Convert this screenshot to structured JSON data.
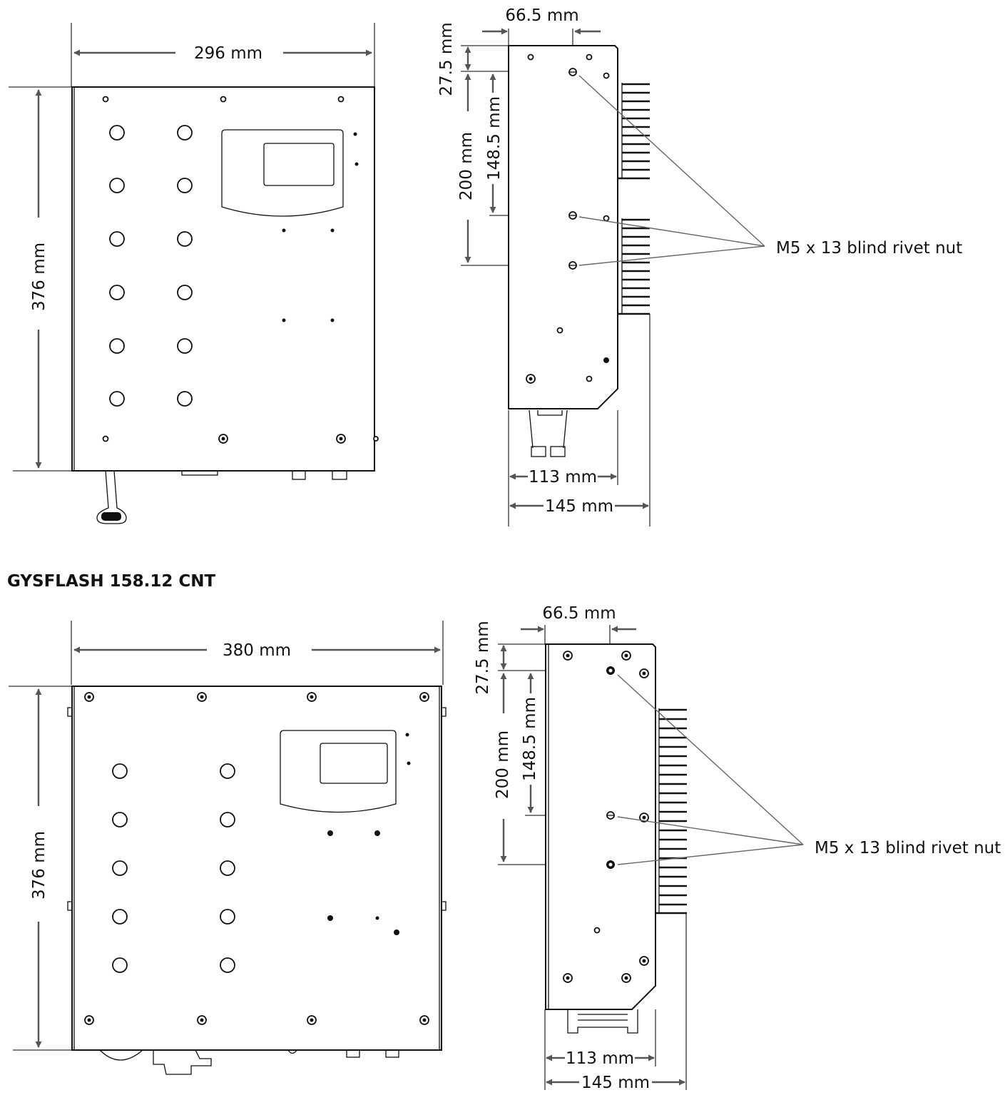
{
  "diagrams": [
    {
      "dims": {
        "width": "296 mm",
        "height": "376 mm",
        "side_top_offset": "66.5 mm",
        "side_first_nut": "27.5 mm",
        "side_nut_spacing": "148.5 mm",
        "side_nut_span": "200 mm",
        "side_depth": "113 mm",
        "side_depth_total": "145 mm"
      },
      "callout": "M5 x 13 blind rivet nut"
    },
    {
      "title": "GYSFLASH 158.12 CNT",
      "dims": {
        "width": "380 mm",
        "height": "376 mm",
        "side_top_offset": "66.5 mm",
        "side_first_nut": "27.5 mm",
        "side_nut_spacing": "148.5 mm",
        "side_nut_span": "200 mm",
        "side_depth": "113 mm",
        "side_depth_total": "145 mm"
      },
      "callout": "M5 x 13 blind rivet nut"
    }
  ]
}
